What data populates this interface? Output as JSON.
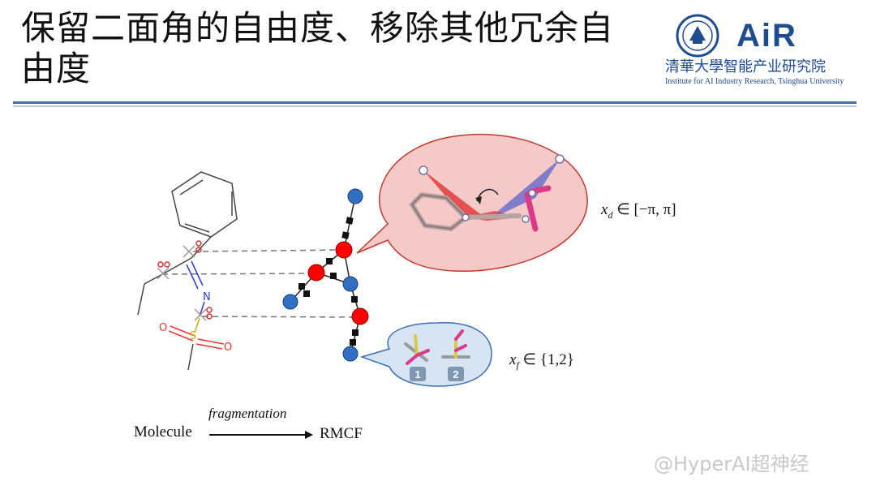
{
  "title": "保留二面角的自由度、移除其他冗余自由度",
  "logo": {
    "brand": "AiR",
    "cn_name": "清華大學智能产业研究院",
    "en_name": "Institute for AI Industry Research, Tsinghua University"
  },
  "diagram": {
    "dihedral_var": "x",
    "dihedral_sub": "d",
    "dihedral_set": "∈ [−π, π]",
    "fragment_var": "x",
    "fragment_sub": "f",
    "fragment_set": "∈ {1,2}",
    "badge_1": "1",
    "badge_2": "2",
    "atom_n": "N",
    "atom_s": "S",
    "atom_o": "O"
  },
  "flow": {
    "source": "Molecule",
    "arrow_label": "fragmentation",
    "target": "RMCF"
  },
  "watermark": "@HyperAI超神经",
  "colors": {
    "red_node": "#ff0000",
    "blue_node": "#2f6fc4",
    "bubble_red": "#f6c9c9",
    "bubble_blue": "#d7e4f4",
    "accent": "#1f4b8f"
  }
}
